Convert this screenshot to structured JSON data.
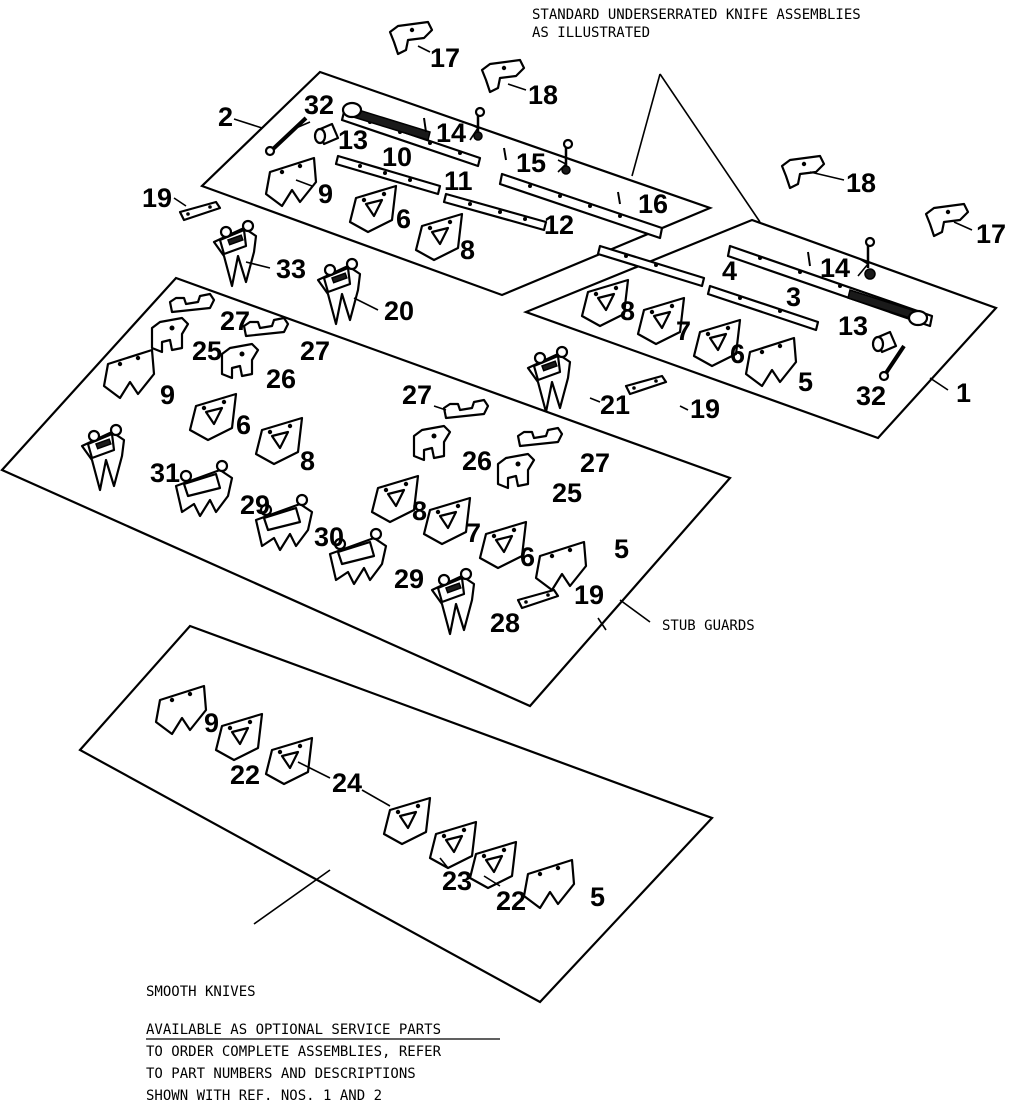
{
  "notes": {
    "standard_line1": "STANDARD UNDERSERRATED KNIFE ASSEMBLIES",
    "standard_line2": "AS ILLUSTRATED",
    "stub_guards": "STUB GUARDS",
    "smooth_knives": "SMOOTH KNIVES",
    "optional_line1": "AVAILABLE AS OPTIONAL SERVICE PARTS",
    "optional_line2": "TO ORDER COMPLETE ASSEMBLIES, REFER",
    "optional_line3": "TO PART NUMBERS AND DESCRIPTIONS",
    "optional_line4": "SHOWN WITH REF. NOS. 1 AND 2"
  },
  "callouts": {
    "c1": "1",
    "c2": "2",
    "c3": "3",
    "c4": "4",
    "c5a": "5",
    "c5b": "5",
    "c5c": "5",
    "c6a": "6",
    "c6b": "6",
    "c6c": "6",
    "c6d": "6",
    "c7a": "7",
    "c7b": "7",
    "c8a": "8",
    "c8b": "8",
    "c8c": "8",
    "c8d": "8",
    "c9a": "9",
    "c9b": "9",
    "c9c": "9",
    "c10": "10",
    "c11": "11",
    "c12": "12",
    "c13a": "13",
    "c13b": "13",
    "c14a": "14",
    "c14b": "14",
    "c15": "15",
    "c16": "16",
    "c17a": "17",
    "c17b": "17",
    "c18a": "18",
    "c18b": "18",
    "c19a": "19",
    "c19b": "19",
    "c19c": "19",
    "c20": "20",
    "c21": "21",
    "c22a": "22",
    "c22b": "22",
    "c23": "23",
    "c24": "24",
    "c25a": "25",
    "c25b": "25",
    "c26a": "26",
    "c26b": "26",
    "c27a": "27",
    "c27b": "27",
    "c27c": "27",
    "c27d": "27",
    "c28": "28",
    "c29a": "29",
    "c29b": "29",
    "c30": "30",
    "c31": "31",
    "c32a": "32",
    "c32b": "32",
    "c33": "33"
  }
}
